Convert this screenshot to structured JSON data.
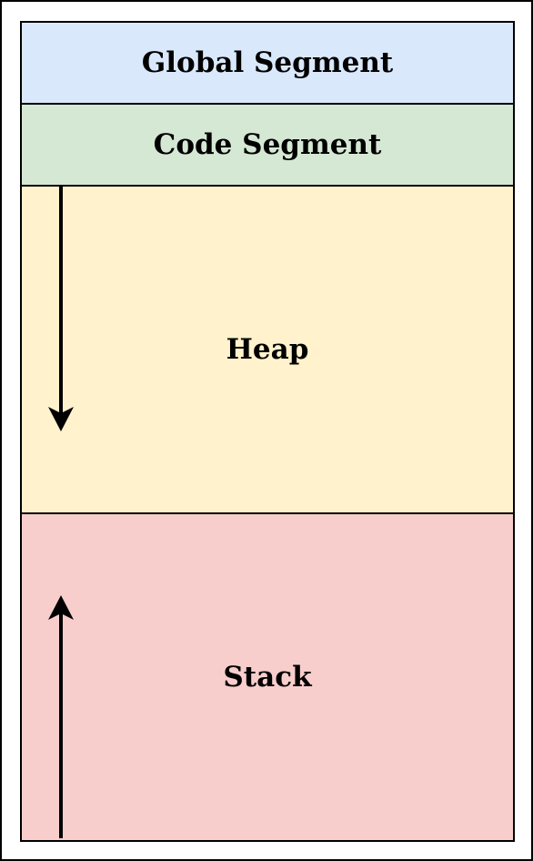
{
  "segments": {
    "global": {
      "label": "Global Segment",
      "color": "#dae8fc"
    },
    "code": {
      "label": "Code Segment",
      "color": "#d5e8d4"
    },
    "heap": {
      "label": "Heap",
      "color": "#fff2cc"
    },
    "stack": {
      "label": "Stack",
      "color": "#f8cecc"
    }
  },
  "arrows": {
    "heap": {
      "direction": "down",
      "icon": "arrow-down-icon"
    },
    "stack": {
      "direction": "up",
      "icon": "arrow-up-icon"
    }
  }
}
